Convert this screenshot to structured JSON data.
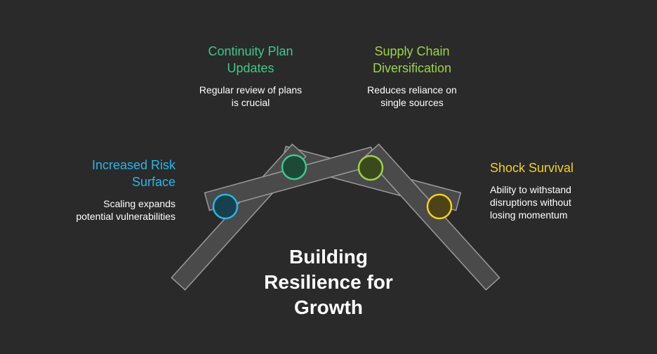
{
  "title": "Building\nResilience for\nGrowth",
  "colors": {
    "background": "#2a2a2a",
    "beam_fill": "#4a4a4a",
    "beam_stroke": "#9a9a9a",
    "risk": "#29b6e8",
    "continuity": "#3ec98a",
    "supply": "#9bd34a",
    "shock": "#f2d21b"
  },
  "items": [
    {
      "id": "risk",
      "heading": "Increased Risk\nSurface",
      "description": "Scaling expands\npotential vulnerabilities",
      "color": "#29b6e8",
      "marker_fill": "#17404f"
    },
    {
      "id": "continuity",
      "heading": "Continuity Plan\nUpdates",
      "description": "Regular review of plans\nis crucial",
      "color": "#3ec98a",
      "marker_fill": "#1d4a36"
    },
    {
      "id": "supply",
      "heading": "Supply Chain\nDiversification",
      "description": "Reduces reliance on\nsingle sources",
      "color": "#9bd34a",
      "marker_fill": "#3a4a1d"
    },
    {
      "id": "shock",
      "heading": "Shock Survival",
      "description": "Ability to withstand\ndisruptions without\nlosing momentum",
      "color": "#f2d21b",
      "marker_fill": "#4d4316"
    }
  ]
}
